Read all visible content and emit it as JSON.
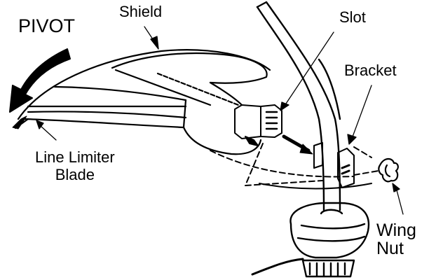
{
  "diagram": {
    "subject": "String trimmer head with shield attachment",
    "labels": {
      "pivot": "PIVOT",
      "shield": "Shield",
      "slot": "Slot",
      "bracket": "Bracket",
      "line_limiter_blade_line1": "Line Limiter",
      "line_limiter_blade_line2": "Blade",
      "wing_nut_line1": "Wing",
      "wing_nut_line2": "Nut"
    },
    "colors": {
      "ink": "#000000",
      "background": "#ffffff"
    }
  }
}
